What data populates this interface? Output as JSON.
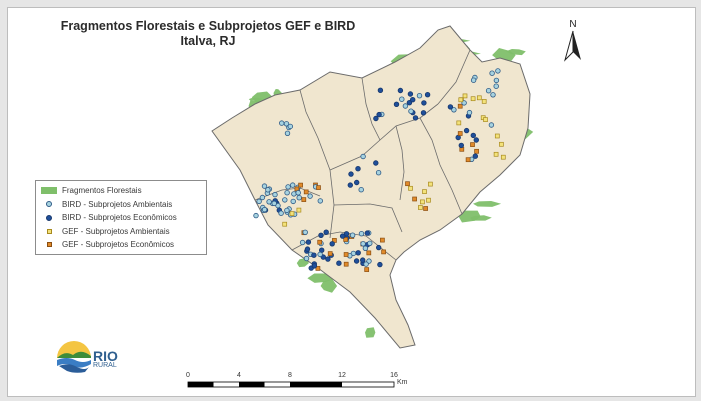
{
  "title": {
    "line1": "Fragmentos Florestais e Subprojetos  GEF e BIRD",
    "line2": "Italva, RJ"
  },
  "north": {
    "label": "N",
    "icon": "north-arrow-icon"
  },
  "legend": [
    {
      "key": "forest",
      "label": "Fragmentos Florestais",
      "symbol": "rect",
      "fill": "#7fbf6a",
      "stroke": "#7fbf6a"
    },
    {
      "key": "bird_amb",
      "label": "BIRD - Subprojetos Ambientais",
      "symbol": "circle",
      "fill": "#a7d3e0",
      "stroke": "#2e5a86"
    },
    {
      "key": "bird_eco",
      "label": "BIRD - Subprojetos Econômicos",
      "symbol": "circle",
      "fill": "#1f4f9a",
      "stroke": "#17376b"
    },
    {
      "key": "gef_amb",
      "label": "GEF - Subprojetos Ambientais",
      "symbol": "square",
      "fill": "#f3e27a",
      "stroke": "#a88a20"
    },
    {
      "key": "gef_eco",
      "label": "GEF - Subprojetos Econômicos",
      "symbol": "square",
      "fill": "#e08a2a",
      "stroke": "#8a4e12"
    }
  ],
  "scale": {
    "ticks": [
      "0",
      "4",
      "8",
      "12",
      "16"
    ],
    "unit": "Km"
  },
  "logo": {
    "text": "RIO",
    "sub": "RURAL"
  },
  "colors": {
    "municipality_fill": "#f0e6cf",
    "boundary": "#6b6b6b",
    "forest": "#7fbf6a"
  }
}
